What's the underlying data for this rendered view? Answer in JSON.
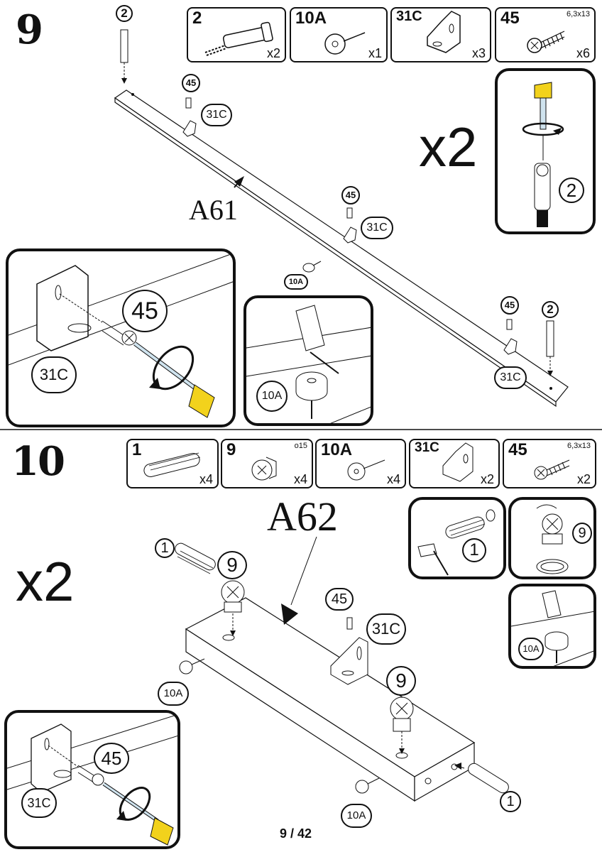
{
  "step9": {
    "number": "9",
    "parts": [
      {
        "code": "2",
        "qty": "x2",
        "note": ""
      },
      {
        "code": "10A",
        "qty": "x1",
        "note": ""
      },
      {
        "code": "31C",
        "qty": "x3",
        "note": ""
      },
      {
        "code": "45",
        "qty": "x6",
        "note": "6,3x13"
      }
    ],
    "multiplier": "x2",
    "board_label": "A61",
    "callouts": {
      "top_dowel": "2",
      "screw_a": "45",
      "bracket_a": "31C",
      "screw_b": "45",
      "bracket_b": "31C",
      "screw_c": "45",
      "bracket_c": "31C",
      "end_dowel": "2",
      "glide": "10A",
      "zoom_screw": "45",
      "zoom_bracket": "31C",
      "zoom_glide": "10A",
      "detail_dowel": "2"
    }
  },
  "step10": {
    "number": "10",
    "parts": [
      {
        "code": "1",
        "qty": "x4",
        "note": ""
      },
      {
        "code": "9",
        "qty": "x4",
        "note": "o15"
      },
      {
        "code": "10A",
        "qty": "x4",
        "note": ""
      },
      {
        "code": "31C",
        "qty": "x2",
        "note": ""
      },
      {
        "code": "45",
        "qty": "x2",
        "note": "6,3x13"
      }
    ],
    "multiplier": "x2",
    "board_label": "A62",
    "callouts": {
      "dowel_left": "1",
      "cam_left": "9",
      "screw": "45",
      "bracket": "31C",
      "cam_right": "9",
      "dowel_right": "1",
      "glide_left": "10A",
      "glide_bottom": "10A",
      "zoom_screw": "45",
      "zoom_bracket": "31C",
      "detail_dowel": "1",
      "detail_cam": "9",
      "detail_glide": "10A"
    }
  },
  "page_number": "9 / 42"
}
